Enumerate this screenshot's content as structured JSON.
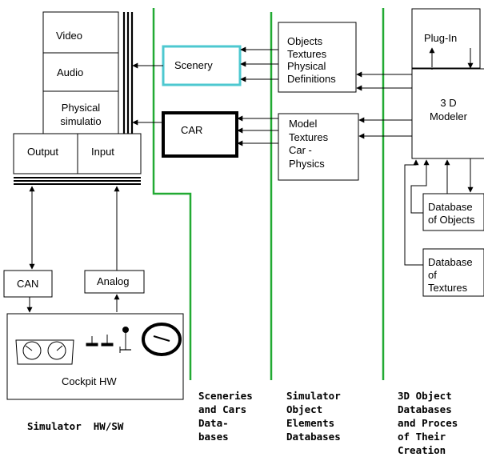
{
  "simulator": {
    "video": "Video",
    "audio": "Audio",
    "physical": "Physical\nsimulatio",
    "output": "Output",
    "input": "Input",
    "can": "CAN",
    "analog": "Analog",
    "cockpit": "Cockpit HW",
    "caption": "Simulator  HW/SW"
  },
  "databases": {
    "scenery": "Scenery",
    "car": "CAR",
    "caption": "Sceneries\nand Cars\nData-\nbases"
  },
  "elements": {
    "objects_box": "Objects\nTextures\nPhysical\nDefinitions",
    "model_box": "Model\nTextures\nCar -\nPhysics",
    "caption": "Simulator\nObject\nElements\nDatabases"
  },
  "creation": {
    "plugin": "Plug-In",
    "modeler": "3 D\nModeler",
    "db_objects": "Database\nof Objects",
    "db_textures": "Database\nof\nTextures",
    "caption": "3D Object\nDatabases\nand Proces\nof Their\nCreation"
  },
  "colors": {
    "divider": "#22aa33",
    "scenery_border": "#4ec8d0",
    "line": "#000000"
  }
}
